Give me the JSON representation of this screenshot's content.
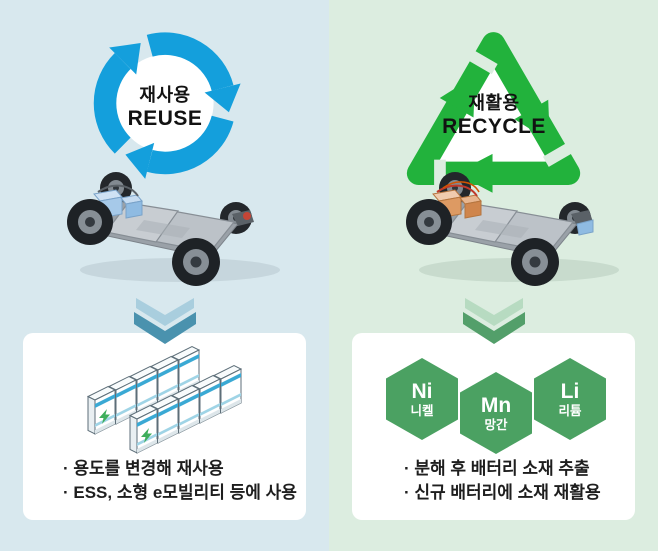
{
  "reuse_panel": {
    "background": "#d8e8ee",
    "accent": "#149fdc",
    "logo": {
      "title_ko": "재사용",
      "title_en": "REUSE"
    },
    "chevron_colors": {
      "light": "#a9cede",
      "dark": "#4a92ae"
    },
    "result_box": {
      "bullets": [
        "· 용도를 변경해 재사용",
        "· ESS, 소형 e모빌리티 등에 사용"
      ]
    }
  },
  "recycle_panel": {
    "background": "#dcede0",
    "accent": "#22b23c",
    "logo": {
      "title_ko": "재활용",
      "title_en": "RECYCLE"
    },
    "chevron_colors": {
      "light": "#b7dbc1",
      "dark": "#539f6a"
    },
    "result_box": {
      "materials": [
        {
          "symbol": "Ni",
          "name_ko": "니켈"
        },
        {
          "symbol": "Mn",
          "name_ko": "망간"
        },
        {
          "symbol": "Li",
          "name_ko": "리튬"
        }
      ],
      "hexagon_color": "#4ba162",
      "bullets": [
        "· 분해 후 배터리 소재 추출",
        "· 신규 배터리에 소재 재활용"
      ]
    }
  }
}
